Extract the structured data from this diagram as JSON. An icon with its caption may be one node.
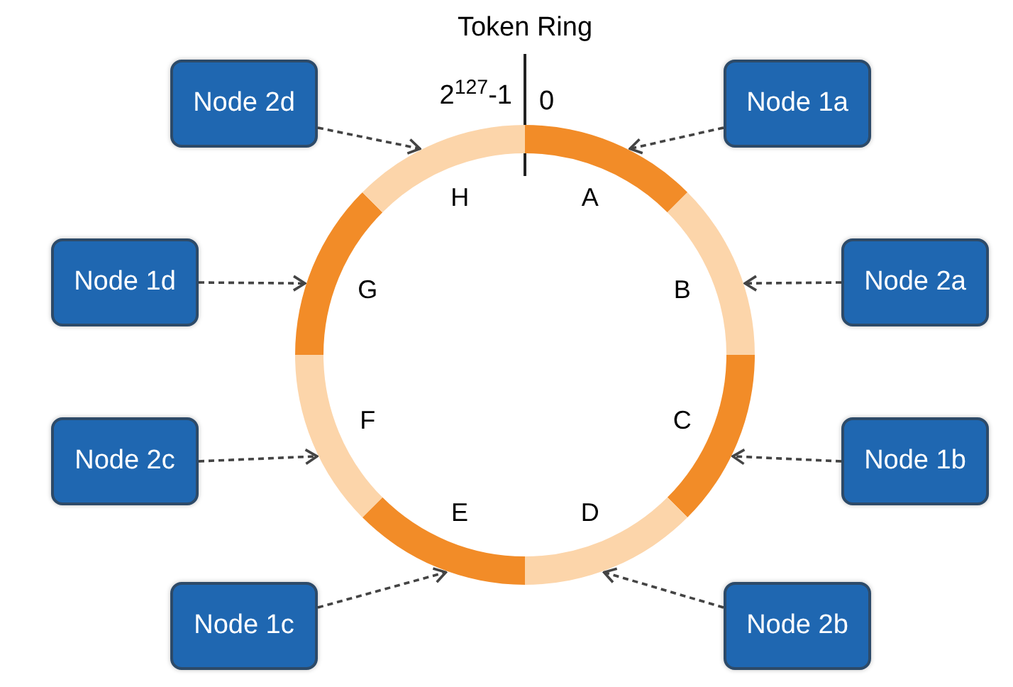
{
  "diagram": {
    "title": "Token Ring",
    "nodes": [
      {
        "text": [
          "Node 2d"
        ]
      },
      {
        "text": [
          "Node 1a"
        ]
      },
      {
        "text": [
          "Node 1d"
        ]
      },
      {
        "text": [
          "Node 2a"
        ]
      },
      {
        "text": [
          "Node 2c"
        ]
      },
      {
        "text": [
          "Node 1b"
        ]
      },
      {
        "text": [
          "Node 1c"
        ]
      },
      {
        "text": [
          "Node 2b"
        ]
      },
      {
        "text": [
          "A"
        ]
      },
      {
        "text": [
          "B"
        ]
      },
      {
        "text": [
          "C"
        ]
      },
      {
        "text": [
          "D"
        ]
      },
      {
        "text": [
          "E"
        ]
      },
      {
        "text": [
          "F"
        ]
      },
      {
        "text": [
          "G"
        ]
      },
      {
        "text": [
          "H"
        ]
      }
    ],
    "edges": [
      {
        "from": 1,
        "to": 8,
        "arrow": "to",
        "style": "dashed"
      },
      {
        "from": 3,
        "to": 9,
        "arrow": "to",
        "style": "dashed"
      },
      {
        "from": 5,
        "to": 10,
        "arrow": "to",
        "style": "dashed"
      },
      {
        "from": 7,
        "to": 11,
        "arrow": "to",
        "style": "dashed"
      },
      {
        "from": 6,
        "to": 12,
        "arrow": "to",
        "style": "dashed"
      },
      {
        "from": 4,
        "to": 13,
        "arrow": "to",
        "style": "dashed"
      },
      {
        "from": 2,
        "to": 14,
        "arrow": "to",
        "style": "dashed"
      },
      {
        "from": 0,
        "to": 15,
        "arrow": "to",
        "style": "dashed"
      }
    ],
    "labels": [
      "2$^{127}$-1",
      "0"
    ]
  }
}
